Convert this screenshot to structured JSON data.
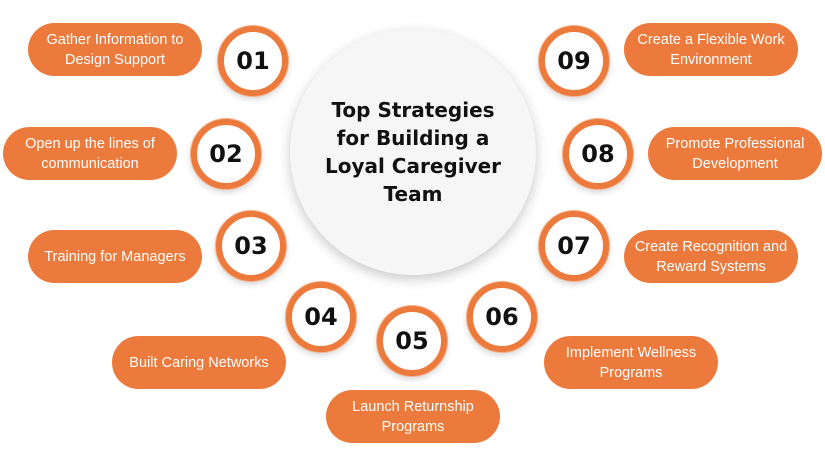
{
  "title": "Top Strategies for Building a Loyal Caregiver Team",
  "colors": {
    "accent": "#ec7a3c",
    "text_dark": "#111111",
    "text_light": "#ffffff"
  },
  "strategies": [
    {
      "number": "01",
      "label": "Gather Information to Design Support"
    },
    {
      "number": "02",
      "label": "Open up the lines of communication"
    },
    {
      "number": "03",
      "label": "Training for Managers"
    },
    {
      "number": "04",
      "label": "Built Caring Networks"
    },
    {
      "number": "05",
      "label": "Launch Returnship Programs"
    },
    {
      "number": "06",
      "label": "Implement Wellness Programs"
    },
    {
      "number": "07",
      "label": "Create Recognition and Reward Systems"
    },
    {
      "number": "08",
      "label": "Promote Professional Development"
    },
    {
      "number": "09",
      "label": "Create a Flexible Work Environment"
    }
  ]
}
